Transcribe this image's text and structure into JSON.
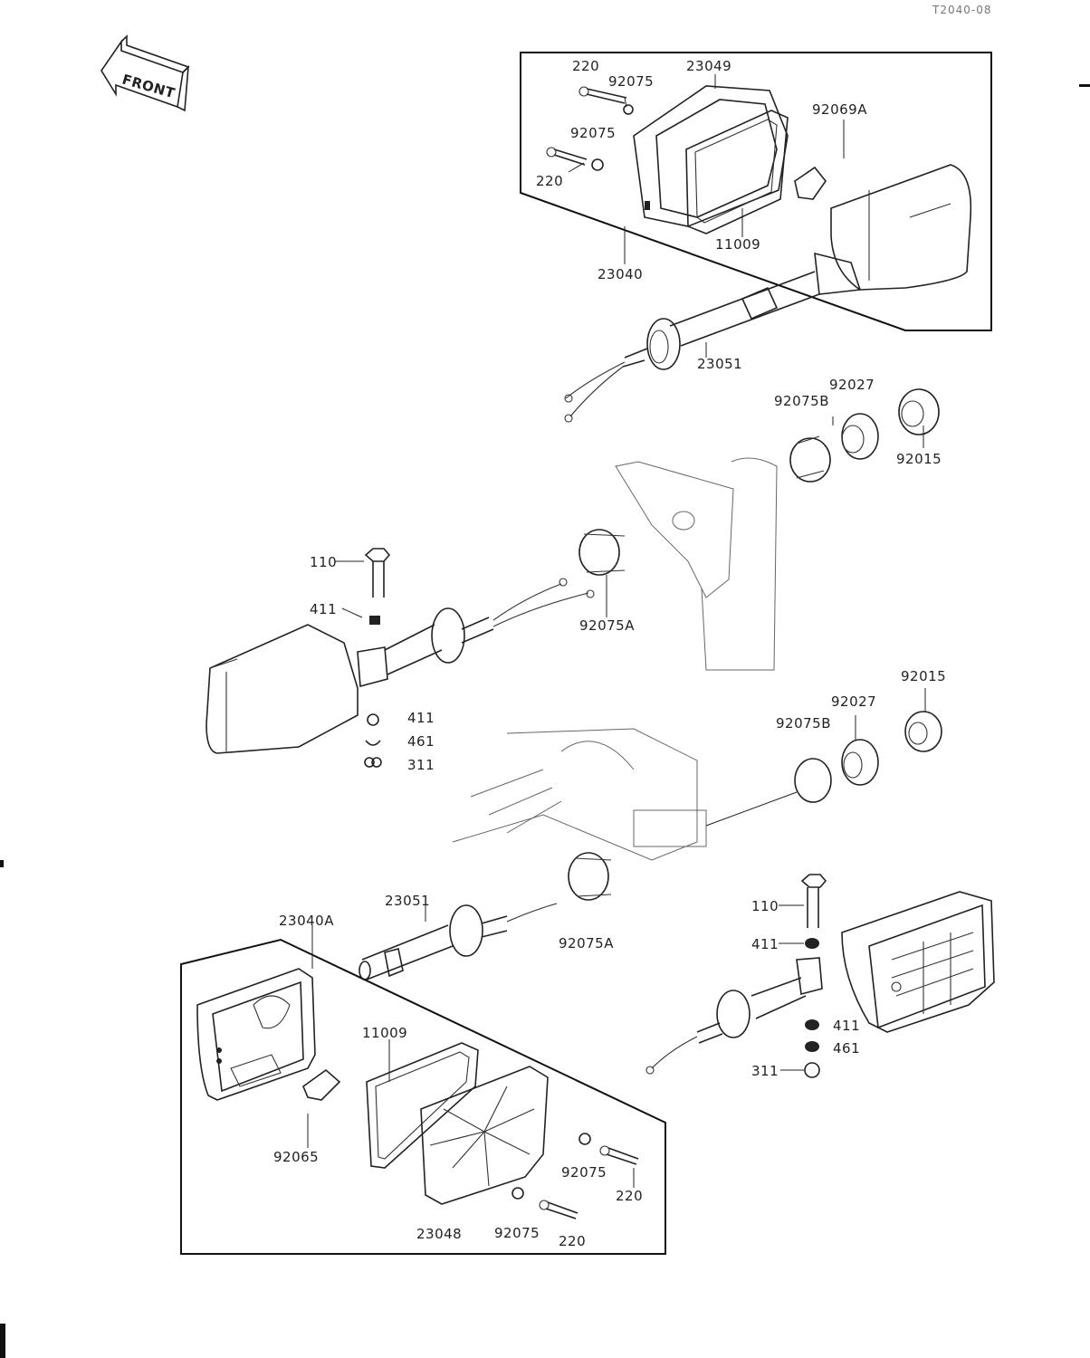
{
  "sheet_code": "T2040-08",
  "front_badge": "FRONT",
  "callouts": {
    "upper_right": [
      "220",
      "92075",
      "23049",
      "92069A",
      "92075",
      "220",
      "23040",
      "11009",
      "23051"
    ],
    "right_mount_upper": [
      "92075B",
      "92027",
      "92015",
      "92075A"
    ],
    "left_turn_signal": [
      "110",
      "411",
      "411",
      "461",
      "311"
    ],
    "right_mount_lower": [
      "92015",
      "92027",
      "92075B",
      "92075A",
      "23051"
    ],
    "lower_left": [
      "23040A",
      "11009",
      "92065",
      "92075",
      "220",
      "23048",
      "92075",
      "220"
    ],
    "lower_right": [
      "110",
      "411",
      "411",
      "461",
      "311"
    ]
  },
  "colors": {
    "ink": "#222222",
    "paper": "#ffffff"
  }
}
